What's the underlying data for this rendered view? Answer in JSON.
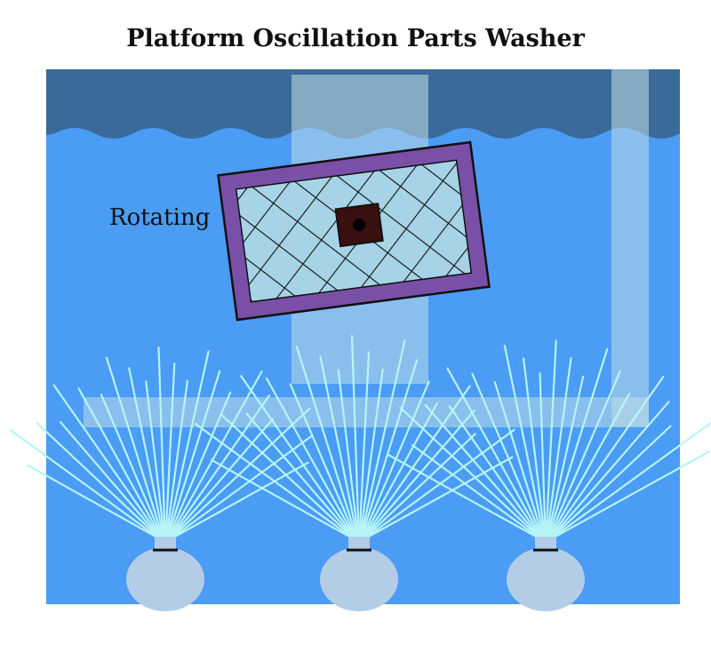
{
  "diagram": {
    "title": "Platform Oscillation Parts Washer",
    "platform_label": "Rotating",
    "colors": {
      "water": "#4a9cf5",
      "water_surface": "#3a6a9a",
      "pipe": "#a9cde0",
      "platform_frame": "#7a4fa8",
      "mesh_fill": "#a6d3e6",
      "hub": "#3a0f0f",
      "spray": "#b6f4f6",
      "nozzle": "#b4cde6"
    },
    "nozzle_count": 3
  }
}
